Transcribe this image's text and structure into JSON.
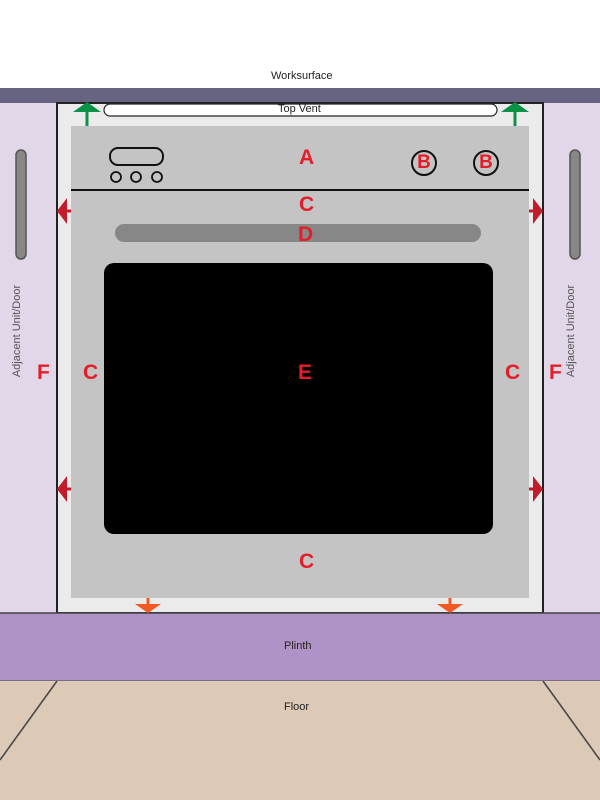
{
  "labels": {
    "worksurface": "Worksurface",
    "top_vent": "Top Vent",
    "plinth": "Plinth",
    "floor": "Floor",
    "adjacent_left": "Adjacent Unit/Door",
    "adjacent_right": "Adjacent Unit/Door"
  },
  "markers": {
    "a": "A",
    "b1": "B",
    "b2": "B",
    "c_top": "C",
    "d": "D",
    "e": "E",
    "c_left": "C",
    "c_right": "C",
    "c_bottom": "C",
    "f_left": "F",
    "f_right": "F"
  },
  "colors": {
    "worksurface": "#676482",
    "adjacent_unit": "#e1d7e8",
    "plinth": "#b093c6",
    "floor": "#dccab6",
    "oven_body": "#c4c4c4",
    "oven_window": "#000000",
    "handle": "#878787",
    "marker_text": "#e31e2a",
    "arrow_up": "#0c9148",
    "arrow_side": "#c31b2c",
    "arrow_down": "#f05a22"
  }
}
